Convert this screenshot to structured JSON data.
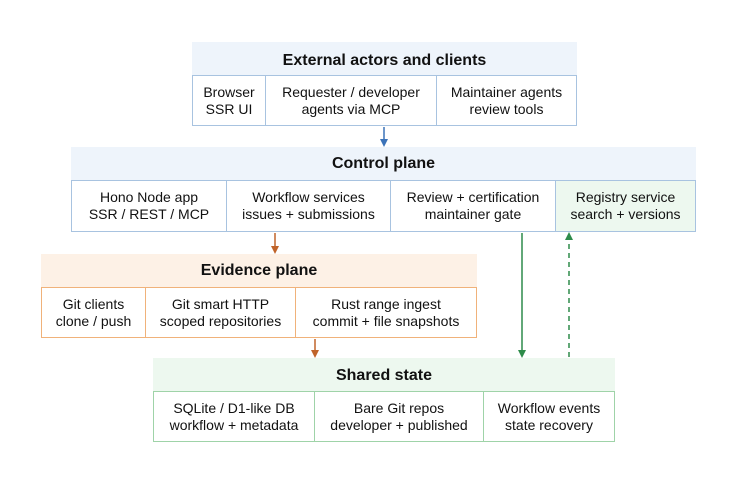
{
  "external": {
    "title": "External actors and clients",
    "cells": [
      {
        "line1": "Browser",
        "line2": "SSR UI"
      },
      {
        "line1": "Requester / developer",
        "line2": "agents via MCP"
      },
      {
        "line1": "Maintainer agents",
        "line2": "review tools"
      }
    ]
  },
  "control": {
    "title": "Control plane",
    "cells": [
      {
        "line1": "Hono Node app",
        "line2": "SSR / REST / MCP"
      },
      {
        "line1": "Workflow services",
        "line2": "issues + submissions"
      },
      {
        "line1": "Review + certification",
        "line2": "maintainer gate"
      },
      {
        "line1": "Registry service",
        "line2": "search + versions"
      }
    ]
  },
  "evidence": {
    "title": "Evidence plane",
    "cells": [
      {
        "line1": "Git clients",
        "line2": "clone / push"
      },
      {
        "line1": "Git smart HTTP",
        "line2": "scoped repositories"
      },
      {
        "line1": "Rust range ingest",
        "line2": "commit + file snapshots"
      }
    ]
  },
  "shared": {
    "title": "Shared state",
    "cells": [
      {
        "line1": "SQLite / D1-like DB",
        "line2": "workflow + metadata"
      },
      {
        "line1": "Bare Git repos",
        "line2": "developer + published"
      },
      {
        "line1": "Workflow events",
        "line2": "state recovery"
      }
    ]
  },
  "colors": {
    "blue_arrow": "#3b73b9",
    "orange_arrow": "#c0642a",
    "green_arrow": "#2e8b4a"
  }
}
